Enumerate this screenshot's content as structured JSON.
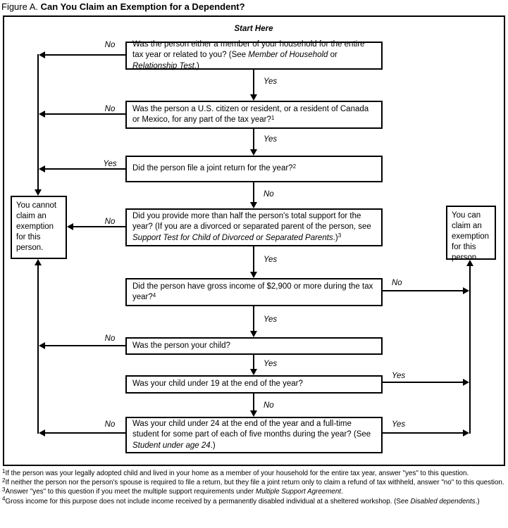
{
  "title": {
    "prefix": "Figure A.",
    "main": "Can You Claim an Exemption for a Dependent?"
  },
  "start_label": "Start Here",
  "outcomes": {
    "cannot": "You cannot claim an exemption for this person.",
    "can": "You can claim an exemption for this person."
  },
  "questions": [
    {
      "segments": [
        {
          "t": "Was the person either a member of your household for the entire tax year or related to you? (See "
        },
        {
          "t": "Member of Household",
          "i": true
        },
        {
          "t": " or "
        },
        {
          "t": "Relationship Test",
          "i": true
        },
        {
          "t": ".)"
        }
      ]
    },
    {
      "segments": [
        {
          "t": "Was the person a U.S. citizen or resident, or a resident of Canada or Mexico, for any part of the tax year?"
        },
        {
          "t": "1",
          "s": true
        }
      ]
    },
    {
      "segments": [
        {
          "t": "Did the person file a joint return for the year?"
        },
        {
          "t": "2",
          "s": true
        }
      ]
    },
    {
      "segments": [
        {
          "t": "Did you provide more than half the person's total support for the year? (If you are a divorced or separated parent of the person, see "
        },
        {
          "t": "Support Test for Child of Divorced or Separated Parents",
          "i": true
        },
        {
          "t": ".)"
        },
        {
          "t": "3",
          "s": true
        }
      ]
    },
    {
      "segments": [
        {
          "t": "Did the person have gross income of $2,900 or more during the tax year?"
        },
        {
          "t": "4",
          "s": true
        }
      ]
    },
    {
      "segments": [
        {
          "t": "Was the person your child?"
        }
      ]
    },
    {
      "segments": [
        {
          "t": "Was your child under 19 at the end of the year?"
        }
      ]
    },
    {
      "segments": [
        {
          "t": "Was your child under 24 at the end of the year and a full-time student for some part of each of five months during the year? (See "
        },
        {
          "t": "Student under age 24",
          "i": true
        },
        {
          "t": ".)"
        }
      ]
    }
  ],
  "edge_labels": {
    "q1_no": "No",
    "q1_yes": "Yes",
    "q2_no": "No",
    "q2_yes": "Yes",
    "q3_yes": "Yes",
    "q3_no": "No",
    "q4_no": "No",
    "q4_yes": "Yes",
    "q5_no": "No",
    "q5_yes": "Yes",
    "q6_no": "No",
    "q6_yes": "Yes",
    "q7_yes": "Yes",
    "q7_no": "No",
    "q8_no": "No",
    "q8_yes": "Yes"
  },
  "footnotes": [
    {
      "segments": [
        {
          "t": "1",
          "s": true
        },
        {
          "t": "If the person was your legally adopted child and lived in your home as a member of your household for the entire tax year, answer \"yes\" to this question."
        }
      ]
    },
    {
      "segments": [
        {
          "t": "2",
          "s": true
        },
        {
          "t": "If neither the person nor the person's spouse is required to file a return, but they file a joint return only to claim a refund of tax withheld, answer \"no\" to this question."
        }
      ]
    },
    {
      "segments": [
        {
          "t": "3",
          "s": true
        },
        {
          "t": "Answer \"yes\" to this question if you meet the multiple support requirements under "
        },
        {
          "t": "Multiple Support Agreement",
          "i": true
        },
        {
          "t": "."
        }
      ]
    },
    {
      "segments": [
        {
          "t": "4",
          "s": true
        },
        {
          "t": "Gross income for this purpose does not include income received by a permanently disabled individual at a sheltered workshop. (See "
        },
        {
          "t": "Disabled dependents",
          "i": true
        },
        {
          "t": ".)"
        }
      ]
    }
  ]
}
